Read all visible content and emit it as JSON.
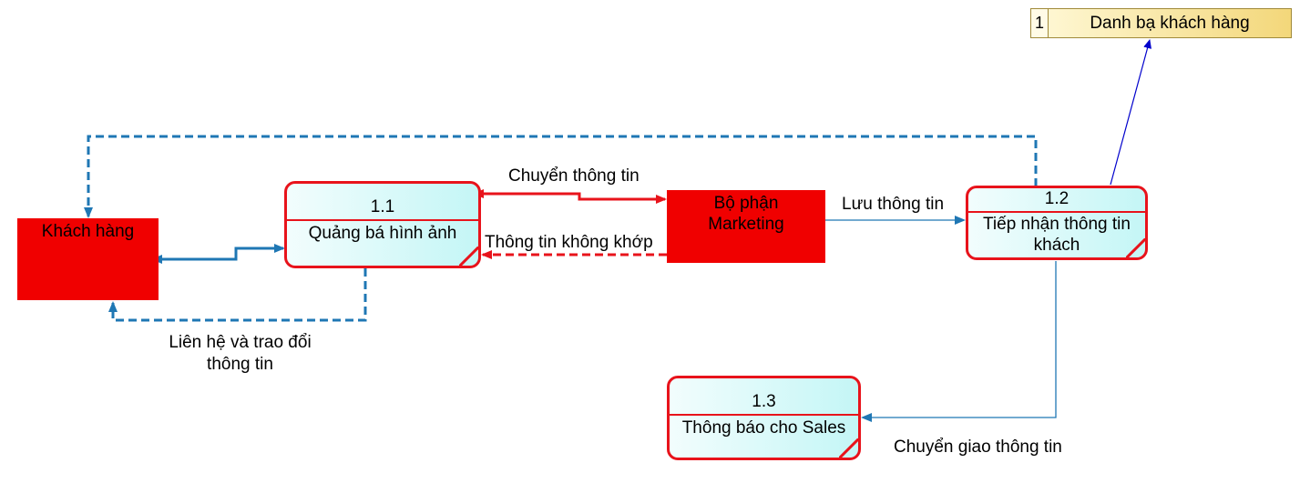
{
  "diagram": {
    "external_entities": {
      "customer": "Khách hàng",
      "marketing": "Bộ phận Marketing"
    },
    "processes": {
      "p1": {
        "id": "1.1",
        "name": "Quảng bá hình ảnh"
      },
      "p2": {
        "id": "1.2",
        "name": "Tiếp nhận thông tin khách"
      },
      "p3": {
        "id": "1.3",
        "name": "Thông báo cho Sales"
      }
    },
    "data_store": {
      "id": "1",
      "name": "Danh bạ khách hàng"
    },
    "flows": {
      "transfer_info": "Chuyển thông tin",
      "mismatch_info": "Thông tin không khớp",
      "save_info": "Lưu thông tin",
      "contact_exchange": "Liên hệ và trao đổi thông tin",
      "handover_info": "Chuyển giao thông tin"
    },
    "colors": {
      "entity_fill": "#f00000",
      "process_border": "#e8131b",
      "process_fill": "#c4f6f6",
      "flow_blue": "#1f77b4",
      "flow_red": "#e8131b",
      "store_flow": "#0000cc",
      "store_fill": "#f3d77a"
    }
  }
}
